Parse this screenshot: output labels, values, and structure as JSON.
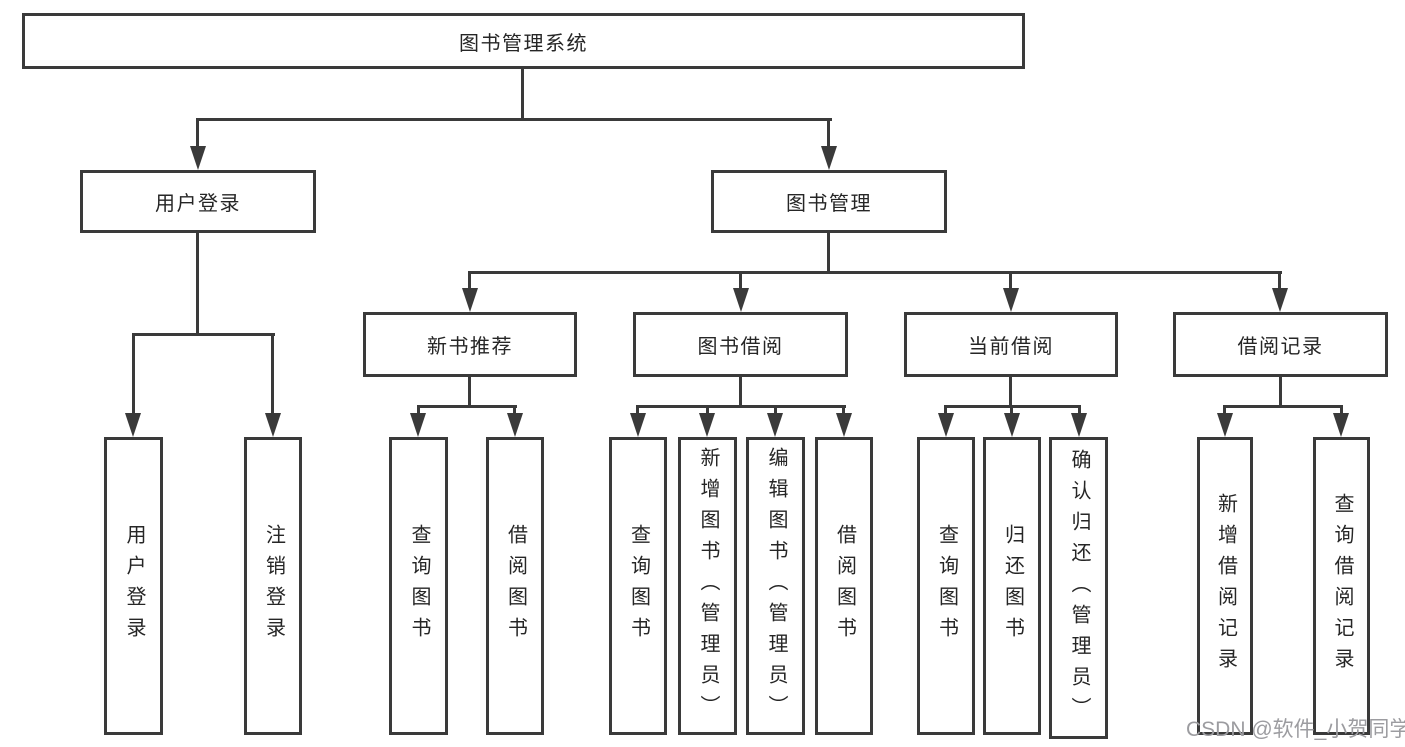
{
  "title": "图书管理系统",
  "watermark": "CSDN @软件_小贺同学",
  "colors": {
    "line": "#3a3a3a",
    "box_border": "#3a3a3a",
    "text": "#262626",
    "background": "#ffffff",
    "watermark": "#9c9ca0"
  },
  "branches": [
    {
      "label": "用户登录",
      "children": [
        {
          "label": "用户登录"
        },
        {
          "label": "注销登录"
        }
      ]
    },
    {
      "label": "图书管理",
      "children": [
        {
          "label": "新书推荐",
          "children": [
            {
              "label": "查询图书"
            },
            {
              "label": "借阅图书"
            }
          ]
        },
        {
          "label": "图书借阅",
          "children": [
            {
              "label": "查询图书"
            },
            {
              "label": "新增图书（管理员）"
            },
            {
              "label": "编辑图书（管理员）"
            },
            {
              "label": "借阅图书"
            }
          ]
        },
        {
          "label": "当前借阅",
          "children": [
            {
              "label": "查询图书"
            },
            {
              "label": "归还图书"
            },
            {
              "label": "确认归还（管理员）"
            }
          ]
        },
        {
          "label": "借阅记录",
          "children": [
            {
              "label": "新增借阅记录"
            },
            {
              "label": "查询借阅记录"
            }
          ]
        }
      ]
    }
  ]
}
